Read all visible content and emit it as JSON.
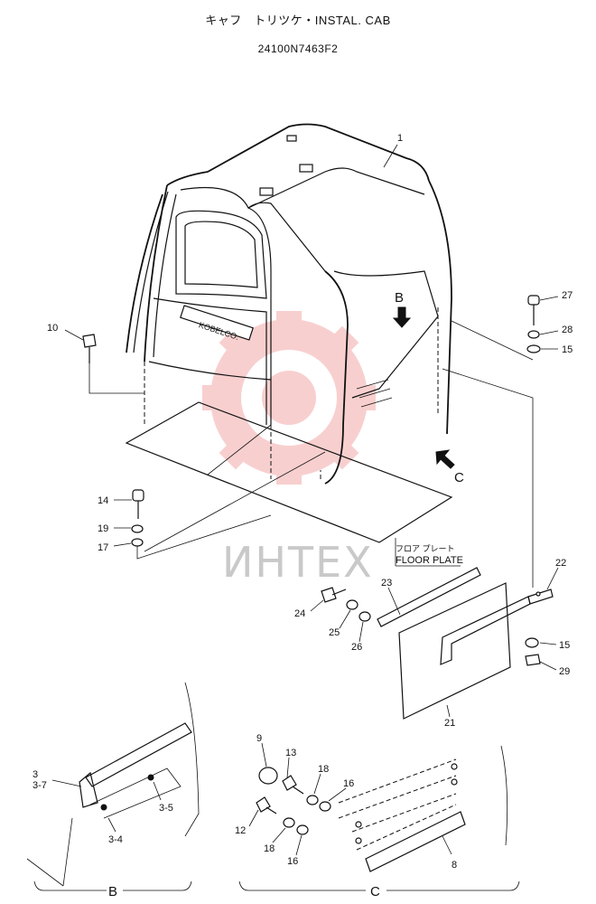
{
  "header": {
    "title": "キャフ　トリツケ・INSTAL. CAB",
    "part_number": "24100N7463F2"
  },
  "watermark": {
    "text": "ИНТЕХ",
    "color": "#f4a9a9"
  },
  "view_marks": {
    "b": "B",
    "c": "C"
  },
  "floor_plate": {
    "jp": "フロア プレート",
    "en": "FLOOR PLATE"
  },
  "cab_logo": "KOBELCO.",
  "callouts": {
    "p1": "1",
    "p10": "10",
    "p27": "27",
    "p28": "28",
    "p15a": "15",
    "p14": "14",
    "p19": "19",
    "p17": "17",
    "p23": "23",
    "p22": "22",
    "p24": "24",
    "p25": "25",
    "p26": "26",
    "p15b": "15",
    "p29": "29",
    "p21": "21",
    "p3": "3",
    "p3_7": "3-7",
    "p3_4": "3-4",
    "p3_5": "3-5",
    "p9": "9",
    "p13": "13",
    "p18a": "18",
    "p16a": "16",
    "p12": "12",
    "p18b": "18",
    "p16b": "16",
    "p8": "8"
  }
}
